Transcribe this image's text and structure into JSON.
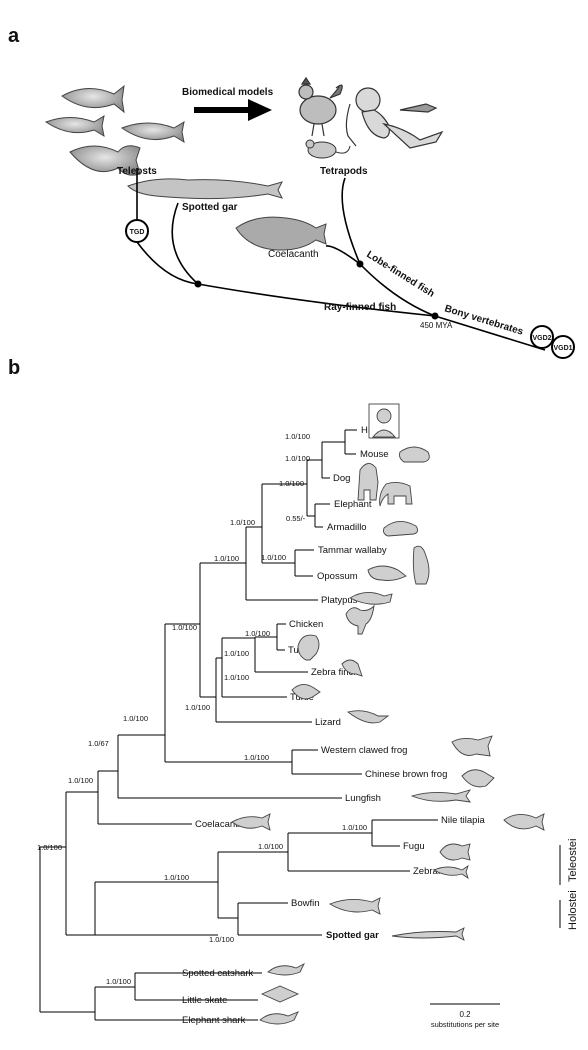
{
  "panel_a": {
    "label": "a",
    "arrow_label": "Biomedical models",
    "teleosts": "Teleosts",
    "tetrapods": "Tetrapods",
    "spotted_gar": "Spotted gar",
    "coelacanth": "Coelacanth",
    "lobe_finned": "Lobe-finned fish",
    "ray_finned": "Ray-finned fish",
    "bony_vertebrates": "Bony vertebrates",
    "mya": "450 MYA",
    "tgd": "TGD",
    "vgd2": "VGD2",
    "vgd1": "VGD1"
  },
  "panel_b": {
    "label": "b",
    "taxa": {
      "human": "Human",
      "mouse": "Mouse",
      "dog": "Dog",
      "elephant": "Elephant",
      "armadillo": "Armadillo",
      "tammar": "Tammar wallaby",
      "opossum": "Opossum",
      "platypus": "Platypus",
      "chicken": "Chicken",
      "turkey": "Turkey",
      "zebrafinch": "Zebra finch",
      "turtle": "Turtle",
      "lizard": "Lizard",
      "xenopus": "Western clawed frog",
      "chinese_frog": "Chinese brown frog",
      "lungfish": "Lungfish",
      "coelacanth": "Coelacanth",
      "tilapia": "Nile tilapia",
      "fugu": "Fugu",
      "zebrafish": "Zebrafish",
      "bowfin": "Bowfin",
      "spotted_gar": "Spotted gar",
      "catshark": "Spotted catshark",
      "skate": "Little skate",
      "elephant_shark": "Elephant shark"
    },
    "supports": {
      "s_hm": "1.0/100",
      "s_mouse": "1.0/100",
      "s_euarch": "1.0/100",
      "s_afro": "0.55/-",
      "s_eutheria": "1.0/100",
      "s_marsup": "1.0/100",
      "s_mammal": "1.0/100",
      "s_galli": "1.0/100",
      "s_bird": "1.0/100",
      "s_arch": "1.0/100",
      "s_sauro": "1.0/100",
      "s_amniote": "1.0/100",
      "s_frog": "1.0/100",
      "s_tetrapod": "1.0/100",
      "s_rhipid": "1.0/67",
      "s_sarco": "1.0/100",
      "s_root": "1.0/100",
      "s_tilfugu": "1.0/100",
      "s_teleost": "1.0/100",
      "s_neopt": "1.0/100",
      "s_holostei": "1.0/100",
      "s_chondr": "1.0/100"
    },
    "clades": {
      "teleostei": "Teleostei",
      "holostei": "Holostei"
    },
    "scale_value": "0.2",
    "scale_unit": "substitutions per site"
  }
}
